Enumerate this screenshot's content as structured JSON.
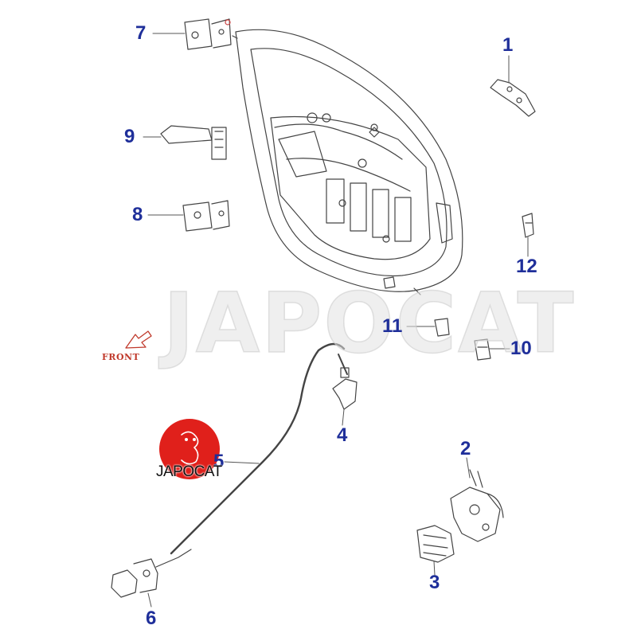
{
  "callouts": {
    "c1": "1",
    "c2": "2",
    "c3": "3",
    "c4": "4",
    "c5": "5",
    "c6": "6",
    "c7": "7",
    "c8": "8",
    "c9": "9",
    "c10": "10",
    "c11": "11",
    "c12": "12"
  },
  "front_label": "FRONT",
  "watermark": "JAPOCAT",
  "logo": {
    "name": "JAPOCAT",
    "badge_color": "#e0201b"
  },
  "colors": {
    "callout": "#1f2f9a",
    "line": "#3a3a3a",
    "front": "#c0392b"
  }
}
